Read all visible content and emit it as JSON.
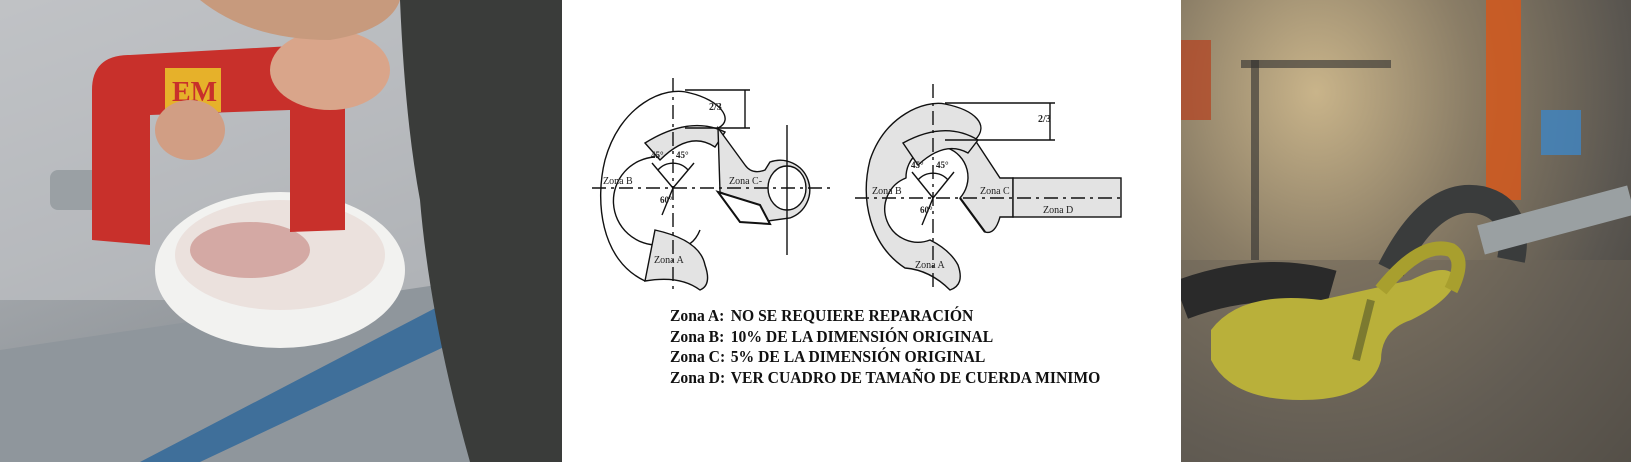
{
  "diagram": {
    "left_hook": {
      "zone_a": "Zona A",
      "zone_b": "Zona B",
      "zone_c": "Zona C-",
      "angle_1": "45°",
      "angle_2": "45°",
      "angle_3": "60°",
      "dimension": "2/3"
    },
    "right_hook": {
      "zone_a": "Zona A",
      "zone_b": "Zona B",
      "zone_c": "Zona C",
      "zone_d": "Zona D",
      "angle_1": "45°",
      "angle_2": "45°",
      "angle_3": "60°",
      "dimension": "2/3"
    },
    "legend": [
      {
        "key": "Zona A:",
        "text": "NO SE REQUIERE REPARACIÓN"
      },
      {
        "key": "Zona B:",
        "text": "10% DE LA DIMENSIÓN ORIGINAL"
      },
      {
        "key": "Zona C:",
        "text": "5% DE LA DIMENSIÓN ORIGINAL"
      },
      {
        "key": "Zona D:",
        "text": "VER CUADRO DE TAMAÑO DE CUERDA MINIMO"
      }
    ]
  },
  "photos": {
    "left_logo": "EM"
  },
  "colors": {
    "zone_fill": "#e3e3e3",
    "yoke_red": "#c8302b",
    "hook_yellow": "#b9b03a"
  }
}
